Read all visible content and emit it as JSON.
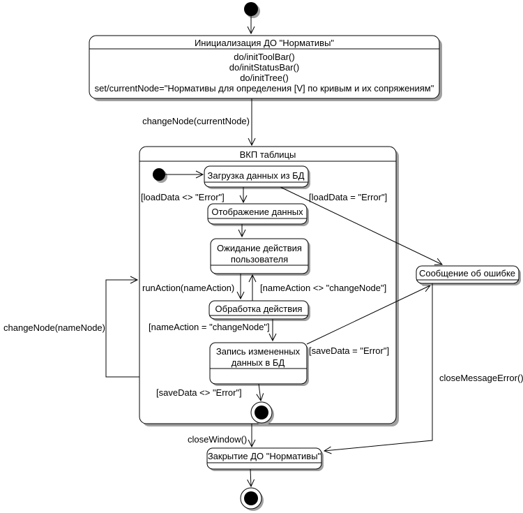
{
  "page": {
    "background": "#ffffff",
    "line_color": "#000000",
    "shadow_color": "#a0a0a0",
    "diagram_type": "uml-state-diagram"
  },
  "states": {
    "init": {
      "title": "Инициализация ДО \"Нормативы\"",
      "actions": [
        "do/initToolBar()",
        "do/initStatusBar()",
        "do/initTree()",
        "set/currentNode=\"Нормативы для определения [V] по кривым и их сопряжениям\""
      ]
    },
    "vkp": {
      "title": "ВКП таблицы"
    },
    "load": {
      "title": "Загрузка данных из БД"
    },
    "display": {
      "title": "Отображение данных"
    },
    "wait": {
      "title_line1": "Ожидание действия",
      "title_line2": "пользователя"
    },
    "process": {
      "title": "Обработка действия"
    },
    "save": {
      "title_line1": "Запись измененных",
      "title_line2": "данных в БД"
    },
    "error": {
      "title": "Сообщение об ошибке"
    },
    "close": {
      "title": "Закрытие ДО \"Нормативы\""
    }
  },
  "transitions": {
    "change_node_current": "changeNode(currentNode)",
    "load_ok": "[loadData <> \"Error\"]",
    "load_error": "[loadData = \"Error\"]",
    "run_action": "runAction(nameAction)",
    "action_not_change_node": "[nameAction <> \"changeNode\"]",
    "action_change_node": "[nameAction = \"changeNode\"]",
    "save_error": "[saveData = \"Error\"]",
    "save_ok": "[saveData <> \"Error\"]",
    "close_window": "closeWindow()",
    "close_message_error": "closeMessageError()",
    "change_node_name": "changeNode(nameNode)"
  }
}
